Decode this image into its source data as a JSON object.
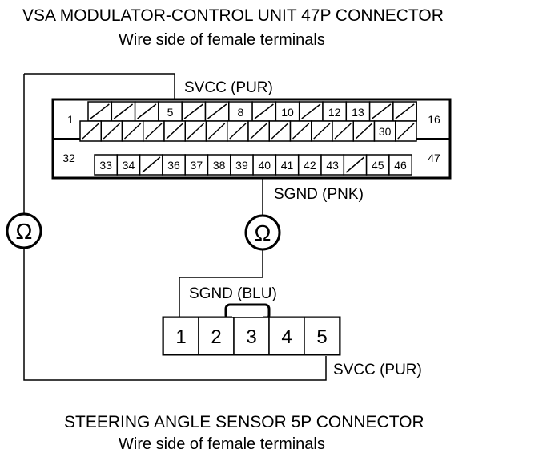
{
  "vsa_connector": {
    "title": "VSA MODULATOR-CONTROL UNIT 47P CONNECTOR",
    "subtitle": "Wire side of female terminals",
    "side_labels": [
      "1",
      "16",
      "32",
      "47"
    ],
    "row1": [
      "",
      "",
      "",
      "5",
      "",
      "",
      "8",
      "",
      "10",
      "",
      "12",
      "13",
      "",
      ""
    ],
    "row2": [
      "",
      "",
      "",
      "",
      "",
      "",
      "",
      "",
      "",
      "",
      "",
      "",
      "",
      "",
      "30",
      ""
    ],
    "row3": [
      "33",
      "34",
      "",
      "36",
      "37",
      "38",
      "39",
      "40",
      "41",
      "42",
      "43",
      "",
      "45",
      "46"
    ]
  },
  "wires": {
    "svcc_top": "SVCC (PUR)",
    "sgnd_pnk": "SGND (PNK)",
    "sgnd_blu": "SGND (BLU)",
    "svcc_bottom": "SVCC (PUR)"
  },
  "meters": {
    "left_symbol": "Ω",
    "right_symbol": "Ω"
  },
  "sensor_connector": {
    "title": "STEERING ANGLE SENSOR 5P CONNECTOR",
    "subtitle": "Wire side of female terminals",
    "pins": [
      "1",
      "2",
      "3",
      "4",
      "5"
    ]
  },
  "colors": {
    "line": "#000000",
    "background": "#ffffff"
  }
}
